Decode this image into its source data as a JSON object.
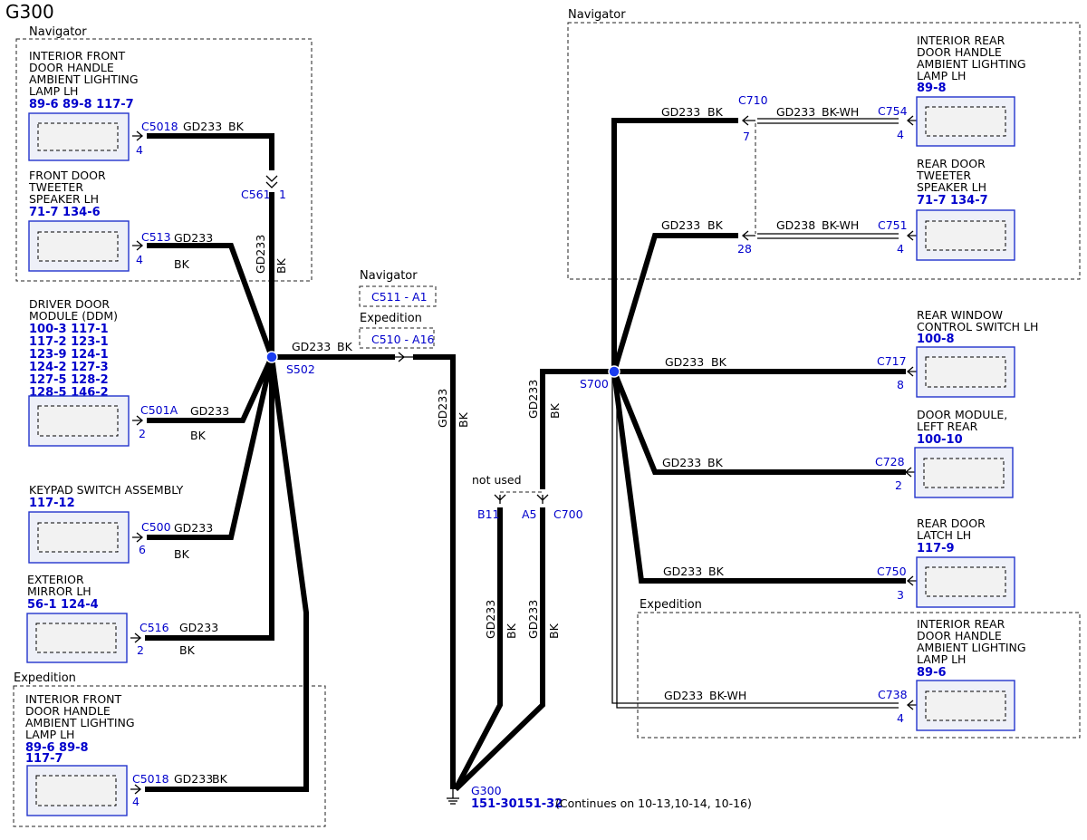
{
  "title": "G300",
  "regions": {
    "nav_left": "Navigator",
    "exp_left": "Expedition",
    "nav_right": "Navigator",
    "exp_right": "Expedition",
    "nav_mid": "Navigator",
    "exp_mid": "Expedition"
  },
  "mid_connectors": {
    "nav": "C511 - A1",
    "exp": "C510 - A16"
  },
  "components": {
    "int_front_nav": {
      "name": [
        "INTERIOR FRONT",
        "DOOR HANDLE",
        "AMBIENT LIGHTING",
        "LAMP LH"
      ],
      "refs": [
        "89-6  89-8  117-7"
      ],
      "conn": "C5018",
      "pin": "4",
      "circuit": "GD233",
      "color": "BK"
    },
    "front_tweeter": {
      "name": [
        "FRONT DOOR",
        "TWEETER",
        "SPEAKER LH"
      ],
      "refs": [
        "71-7  134-6"
      ],
      "conn": "C513",
      "pin": "4",
      "circuit": "GD233",
      "color": "BK"
    },
    "ddm": {
      "name": [
        "DRIVER DOOR",
        "MODULE (DDM)"
      ],
      "refs": [
        "100-3 117-1",
        "117-2 123-1",
        "123-9 124-1",
        "124-2 127-3",
        "127-5 128-2",
        "128-5 146-2"
      ],
      "conn": "C501A",
      "pin": "2",
      "circuit": "GD233",
      "color": "BK"
    },
    "keypad": {
      "name": [
        "KEYPAD SWITCH ASSEMBLY"
      ],
      "refs": [
        "117-12"
      ],
      "conn": "C500",
      "pin": "6",
      "circuit": "GD233",
      "color": "BK"
    },
    "ext_mirror": {
      "name": [
        "EXTERIOR",
        "MIRROR LH"
      ],
      "refs": [
        "56-1  124-4"
      ],
      "conn": "C516",
      "pin": "2",
      "circuit": "GD233",
      "color": "BK"
    },
    "int_front_exp": {
      "name": [
        "INTERIOR FRONT",
        "DOOR HANDLE",
        "AMBIENT LIGHTING",
        "LAMP LH"
      ],
      "refs": [
        "89-6  89-8",
        "117-7"
      ],
      "conn": "C5018",
      "pin": "4",
      "circuit": "GD233",
      "color": "BK"
    },
    "int_rear_nav": {
      "name": [
        "INTERIOR REAR",
        "DOOR HANDLE",
        "AMBIENT LIGHTING",
        "LAMP LH"
      ],
      "refs": [
        "89-8"
      ],
      "conn": "C754",
      "pin": "4",
      "circuit": "GD233",
      "color": "BK-WH"
    },
    "rear_tweeter": {
      "name": [
        "REAR DOOR",
        "TWEETER",
        "SPEAKER LH"
      ],
      "refs": [
        "71-7  134-7"
      ],
      "conn": "C751",
      "pin": "4",
      "circuit": "GD238",
      "color": "BK-WH"
    },
    "rear_window": {
      "name": [
        "REAR WINDOW",
        "CONTROL SWITCH LH"
      ],
      "refs": [
        "100-8"
      ],
      "conn": "C717",
      "pin": "8",
      "circuit": "GD233",
      "color": "BK"
    },
    "door_module_lr": {
      "name": [
        "DOOR MODULE,",
        "LEFT REAR"
      ],
      "refs": [
        "100-10"
      ],
      "conn": "C728",
      "pin": "2",
      "circuit": "GD233",
      "color": "BK"
    },
    "rear_latch": {
      "name": [
        "REAR DOOR",
        "LATCH LH"
      ],
      "refs": [
        "117-9"
      ],
      "conn": "C750",
      "pin": "3",
      "circuit": "GD233",
      "color": "BK"
    },
    "int_rear_exp": {
      "name": [
        "INTERIOR REAR",
        "DOOR HANDLE",
        "AMBIENT LIGHTING",
        "LAMP LH"
      ],
      "refs": [
        "89-6"
      ],
      "conn": "C738",
      "pin": "4",
      "circuit": "GD233",
      "color": "BK-WH"
    }
  },
  "inline": {
    "c561": "C561",
    "c561_pin": "1",
    "c710": "C710",
    "c710_pin_a": "7",
    "c710_pin_b": "28",
    "c700": "C700",
    "b11": "B11",
    "a5": "A5",
    "not_used": "not used"
  },
  "splices": {
    "s502": "S502",
    "s700": "S700"
  },
  "wire_labels": {
    "gd233": "GD233",
    "bk": "BK",
    "c710_top_circuit": "GD233",
    "c710_top_color": "BK",
    "c710_bot_circuit": "GD233",
    "c710_bot_color": "BK"
  },
  "ground": {
    "name": "G300",
    "refs": "151-30151-32",
    "note": "(Continues on 10-13,10-14, 10-16)"
  }
}
